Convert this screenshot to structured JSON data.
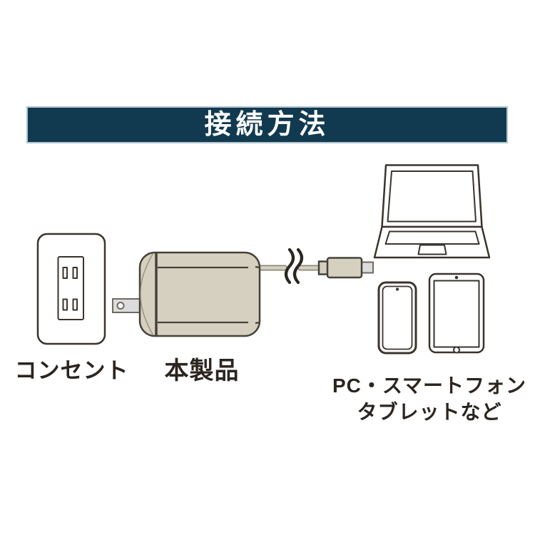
{
  "banner": {
    "title": "接続方法"
  },
  "diagram": {
    "outlet": {
      "label": "コンセント"
    },
    "adapter": {
      "label": "本製品"
    },
    "devices": {
      "label_line1": "PC・スマートフォン",
      "label_line2": "タブレットなど",
      "items": [
        "laptop",
        "smartphone",
        "tablet"
      ]
    }
  },
  "colors": {
    "banner_bg": "#113a50",
    "banner_border": "#b2c3cf",
    "banner_text": "#ffffff",
    "outline": "#3a342d",
    "adapter_fill": "#d6d0c0",
    "adapter_stroke": "#45423a",
    "adapter_contour": "#9a9486",
    "metal_fill": "#dcdcdc",
    "metal_stroke": "#6f6a62",
    "cable_fill": "#d6d0c0",
    "cable_stroke": "#8d887c",
    "break_mark": "#2a2620",
    "label_text": "#2b2520"
  }
}
